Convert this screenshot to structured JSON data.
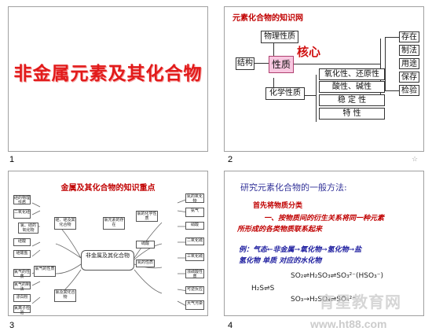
{
  "slides": [
    {
      "number": "1",
      "title": "非金属元素及其化合物"
    },
    {
      "number": "2",
      "title": "元素化合物的知识网",
      "corner_mark": "☆",
      "diagram": {
        "physical": "物理性质",
        "core_label": "核心",
        "structure": "结构",
        "property": "性质",
        "chemical": "化学性质",
        "chem_items": [
          "氧化性、还原性",
          "酸性、碱性",
          "稳 定 性",
          "特    性"
        ],
        "right_items": [
          "存在",
          "制法",
          "用途",
          "保存",
          "检验"
        ]
      }
    },
    {
      "number": "3",
      "title": "金属及其化合物的知识重点",
      "center": "非金属及其化合物",
      "left_branches": [
        "硅、硅及其化合物",
        "氯、硅的氧化物",
        "氯气的性质",
        "氯及其化合物"
      ],
      "right_branches": [
        "氯元素的存在",
        "氯的化学性质",
        "硫酸",
        "氮的性质"
      ],
      "nodes": [
        "硅的物理性质",
        "二氧化硅",
        "硅酸",
        "硅酸盐",
        "氯气的性质",
        "氯气的制法",
        "漂白粉",
        "氯离子检验",
        "氮的氧化物",
        "氨气",
        "硝酸",
        "二氧化硫",
        "三氧化硫",
        "浓硫酸性质",
        "可逆反应",
        "大气污染"
      ]
    },
    {
      "number": "4",
      "lines": {
        "heading": "研究元素化合物的一般方法:",
        "sub1": "首先将物质分类",
        "sub2a": "一、按物质间的衍生关系将同一种元素",
        "sub2b": "所形成的各类物质联系起来",
        "example": "例：气态←非金属→氧化物→氢化物→盐",
        "example2": "氢化物    单质          对应的水化物",
        "eq1": "SO₂⇌H₂SO₃⇌SO₃²⁻(HSO₃⁻)",
        "eq2": "H₂S⇌S",
        "eq3": "SO₃→H₂SO₄⇌SO₄²⁻"
      },
      "watermark": "育星教育网",
      "watermark_url": "www.ht88.com"
    }
  ]
}
